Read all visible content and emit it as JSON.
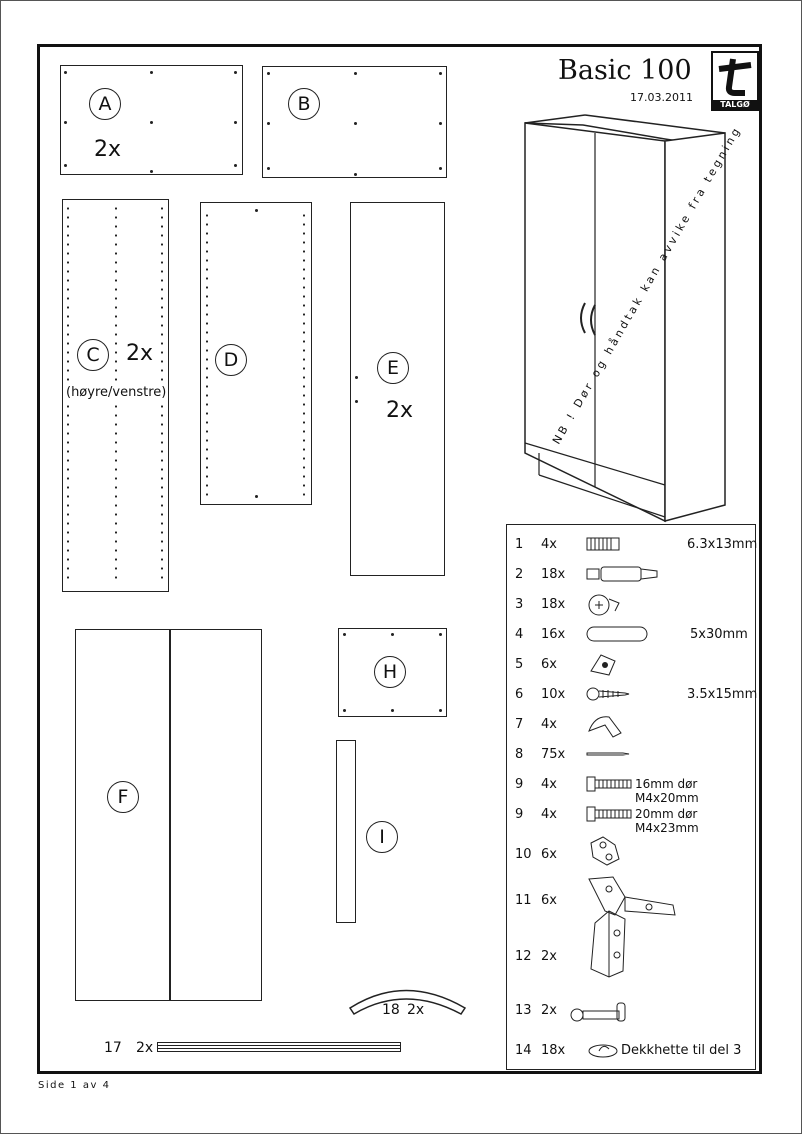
{
  "header": {
    "title": "Basic 100",
    "date": "17.03.2011",
    "logo_text": "TALGØ"
  },
  "note": "NB ! Dør og håndtak kan avvike fra tegning",
  "panels": {
    "A": {
      "label": "A",
      "qty": "2x"
    },
    "B": {
      "label": "B"
    },
    "C": {
      "label": "C",
      "qty": "2x",
      "sub": "(høyre/venstre)"
    },
    "D": {
      "label": "D"
    },
    "E": {
      "label": "E",
      "qty": "2x"
    },
    "F": {
      "label": "F"
    },
    "H": {
      "label": "H"
    },
    "I": {
      "label": "I"
    }
  },
  "handle": {
    "num": "18",
    "qty": "2x"
  },
  "rail": {
    "num": "17",
    "qty": "2x"
  },
  "parts": [
    {
      "num": "1",
      "qty": "4x",
      "icon": "cam-bolt-icon",
      "size": "6.3x13mm"
    },
    {
      "num": "2",
      "qty": "18x",
      "icon": "connector-bolt-icon",
      "size": ""
    },
    {
      "num": "3",
      "qty": "18x",
      "icon": "cam-lock-icon",
      "size": ""
    },
    {
      "num": "4",
      "qty": "16x",
      "icon": "wooden-dowel-icon",
      "size": "5x30mm"
    },
    {
      "num": "5",
      "qty": "6x",
      "icon": "shelf-support-icon",
      "size": ""
    },
    {
      "num": "6",
      "qty": "10x",
      "icon": "screw-icon",
      "size": "3.5x15mm"
    },
    {
      "num": "7",
      "qty": "4x",
      "icon": "bracket-icon",
      "size": ""
    },
    {
      "num": "8",
      "qty": "75x",
      "icon": "nail-icon",
      "size": ""
    },
    {
      "num": "9",
      "qty": "4x",
      "icon": "machine-screw-icon",
      "size": "16mm dør M4x20mm"
    },
    {
      "num": "9",
      "qty": "4x",
      "icon": "machine-screw-icon",
      "size": "20mm dør M4x23mm"
    },
    {
      "num": "10",
      "qty": "6x",
      "icon": "hinge-plate-icon",
      "size": ""
    },
    {
      "num": "11",
      "qty": "6x",
      "icon": "hinge-icon",
      "size": ""
    },
    {
      "num": "12",
      "qty": "2x",
      "icon": "rail-bracket-icon",
      "size": ""
    },
    {
      "num": "13",
      "qty": "2x",
      "icon": "handle-bolt-icon",
      "size": ""
    },
    {
      "num": "14",
      "qty": "18x",
      "icon": "cover-cap-icon",
      "size": "Dekkhette til del 3"
    }
  ],
  "footer": "Side 1 av 4"
}
